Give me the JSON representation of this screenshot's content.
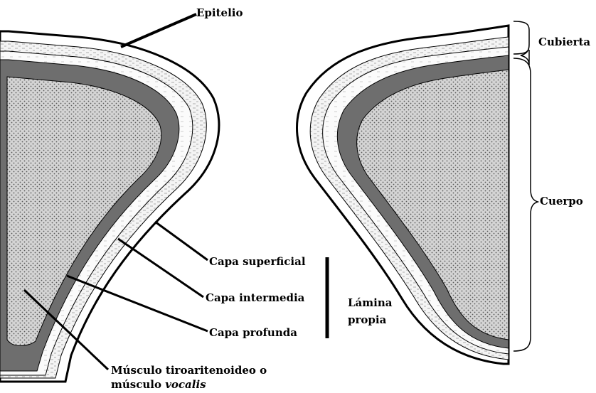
{
  "colors": {
    "ink": "#000000",
    "deep_layer": "#6e6e6e",
    "muscle_fill": "#d9d9d9",
    "superficial_fill": "#f2f2f2",
    "background": "#ffffff"
  },
  "labels": {
    "epitelio": "Epitelio",
    "cubierta": "Cubierta",
    "cuerpo": "Cuerpo",
    "capa_superficial": "Capa superficial",
    "capa_intermedia": "Capa intermedia",
    "capa_profunda": "Capa profunda",
    "lamina_line1": "Lámina",
    "lamina_line2": "propia",
    "musculo_line1": "Músculo tiroaritenoideo o",
    "musculo_line2_prefix": "músculo ",
    "musculo_line2_italic": "vocalis"
  }
}
